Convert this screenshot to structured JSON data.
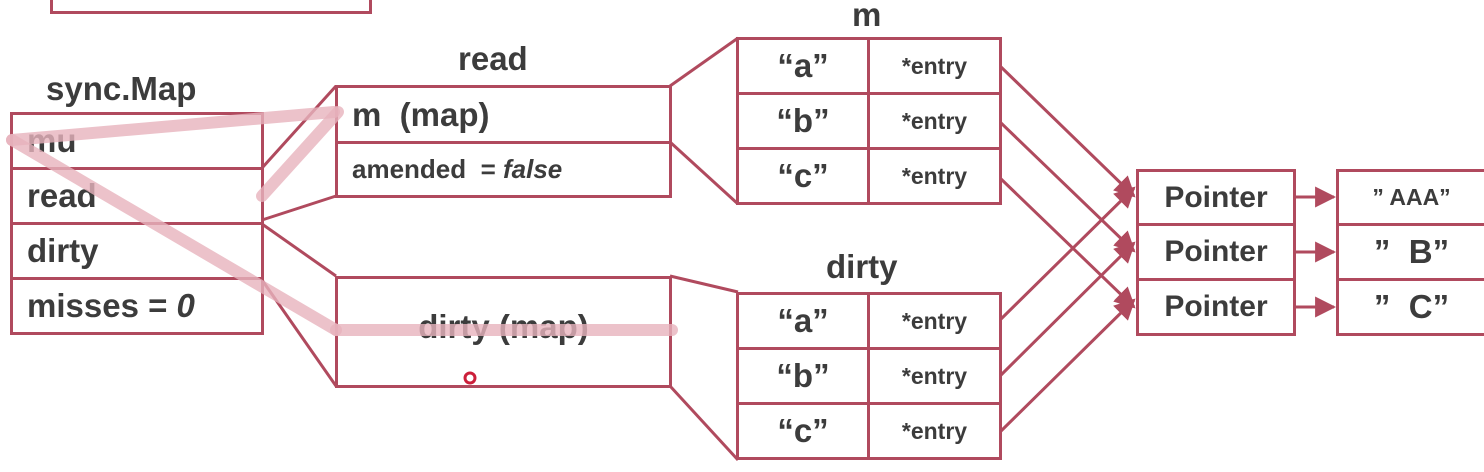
{
  "colors": {
    "stroke": "#b04a5e",
    "highlight": "#e8b3bd",
    "text": "#3c3c3c",
    "pointer_dot": "#cc1f3a"
  },
  "sync_map": {
    "title": "sync.Map",
    "fields": [
      "mu",
      "read",
      "dirty"
    ],
    "misses_label": "misses = ",
    "misses_value": "0"
  },
  "read_struct": {
    "title": "read",
    "m_field": "m  (map)",
    "amended_label": "amended  = ",
    "amended_value": "false"
  },
  "dirty_struct": {
    "field": "dirty (map)"
  },
  "m_map": {
    "title": "m",
    "rows": [
      {
        "key": "“a”",
        "value": "*entry"
      },
      {
        "key": "“b”",
        "value": "*entry"
      },
      {
        "key": "“c”",
        "value": "*entry"
      }
    ]
  },
  "dirty_map": {
    "title": "dirty",
    "rows": [
      {
        "key": "“a”",
        "value": "*entry"
      },
      {
        "key": "“b”",
        "value": "*entry"
      },
      {
        "key": "“c”",
        "value": "*entry"
      }
    ]
  },
  "pointers": [
    "Pointer",
    "Pointer",
    "Pointer"
  ],
  "values": [
    "” AAA”",
    "”  B”",
    "”  C”"
  ]
}
